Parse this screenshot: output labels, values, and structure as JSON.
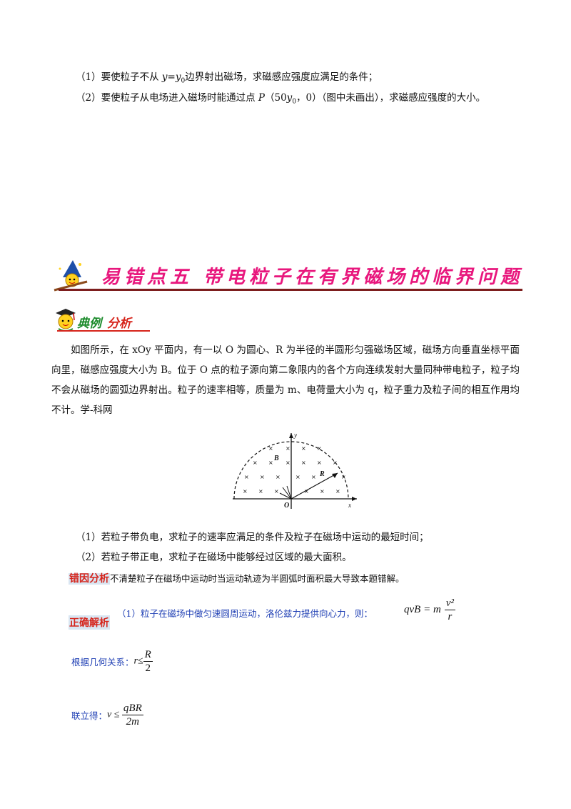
{
  "questions": {
    "q1_prefix": "（1）要使粒子不从 ",
    "q1_var": "y",
    "q1_eq": "=",
    "q1_var2": "y",
    "q1_sub": "0",
    "q1_suffix": "边界射出磁场，求磁感应强度应满足的条件；",
    "q2_prefix": "（2）要使粒子从电场进入磁场时能通过点 ",
    "q2_point": "P",
    "q2_coord_open": "（50",
    "q2_coord_var": "y",
    "q2_coord_sub": "0",
    "q2_coord_close": "，0）",
    "q2_suffix": "（图中未画出），求磁感应强度的大小。"
  },
  "section": {
    "title": "易错点五   带电粒子在有界磁场的临界问题",
    "example_label_1": "典例",
    "example_label_2": "分析"
  },
  "problem": {
    "text": "如图所示，在 xOy 平面内，有一以 O 为圆心、R 为半径的半圆形匀强磁场区域，磁场方向垂直坐标平面向里，磁感应强度大小为 B。位于 O 点的粒子源向第二象限内的各个方向连续发射大量同种带电粒子，粒子均不会从磁场的圆弧边界射出。粒子的速率相等，质量为 m、电荷量大小为 q，粒子重力及粒子间的相互作用均不计。学-科网",
    "sub1": "（1）若粒子带负电，求粒子的速率应满足的条件及粒子在磁场中运动的最短时间；",
    "sub2": "（2）若粒子带正电，求粒子在磁场中能够经过区域的最大面积。"
  },
  "figure": {
    "label_y": "y",
    "label_x": "x",
    "label_O": "O",
    "label_B": "B",
    "label_R": "R",
    "cross": "×"
  },
  "analysis": {
    "error_label": "错因分析",
    "error_text": "不清楚粒子在磁场中运动时当运动轨迹为半圆弧时面积最大导致本题错解。",
    "correct_label": "正确解析",
    "step1_text": "（1）粒子在磁场中做匀速圆周运动，洛伦兹力提供向心力，则：",
    "step1_lhs": "qvB = m",
    "step1_num": "v²",
    "step1_den": "r",
    "step2_text": "根据几何关系：",
    "step2_lhs": "r≤",
    "step2_num": "R",
    "step2_den": "2",
    "step3_text": "联立得：",
    "step3_lhs": "v ≤ ",
    "step3_num": "qBR",
    "step3_den": "2m"
  }
}
